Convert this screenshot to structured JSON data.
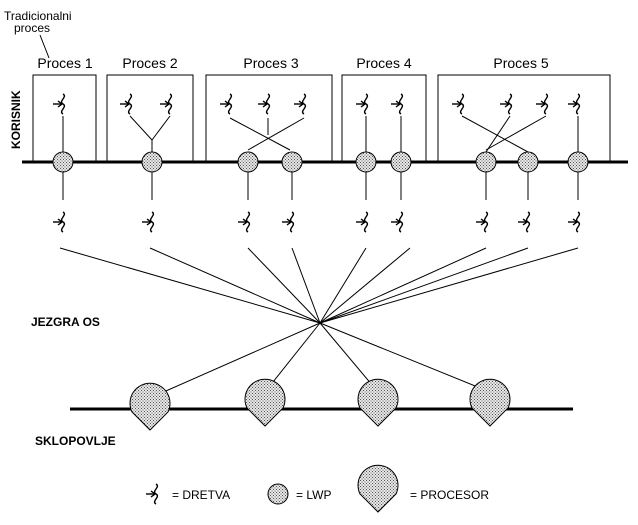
{
  "traditional_label_line1": "Tradicionalni",
  "traditional_label_line2": "proces",
  "processes": [
    {
      "label": "Proces 1"
    },
    {
      "label": "Proces 2"
    },
    {
      "label": "Proces 3"
    },
    {
      "label": "Proces 4"
    },
    {
      "label": "Proces 5"
    }
  ],
  "user_label": "KORISNIK",
  "kernel_label": "JEZGRA OS",
  "hardware_label": "SKLOPOVLJE",
  "legend": {
    "thread": "= DRETVA",
    "lwp": "= LWP",
    "processor": "= PROCESOR"
  },
  "colors": {
    "line": "#000000",
    "fill": "#cfcfcf",
    "background": "#ffffff"
  }
}
